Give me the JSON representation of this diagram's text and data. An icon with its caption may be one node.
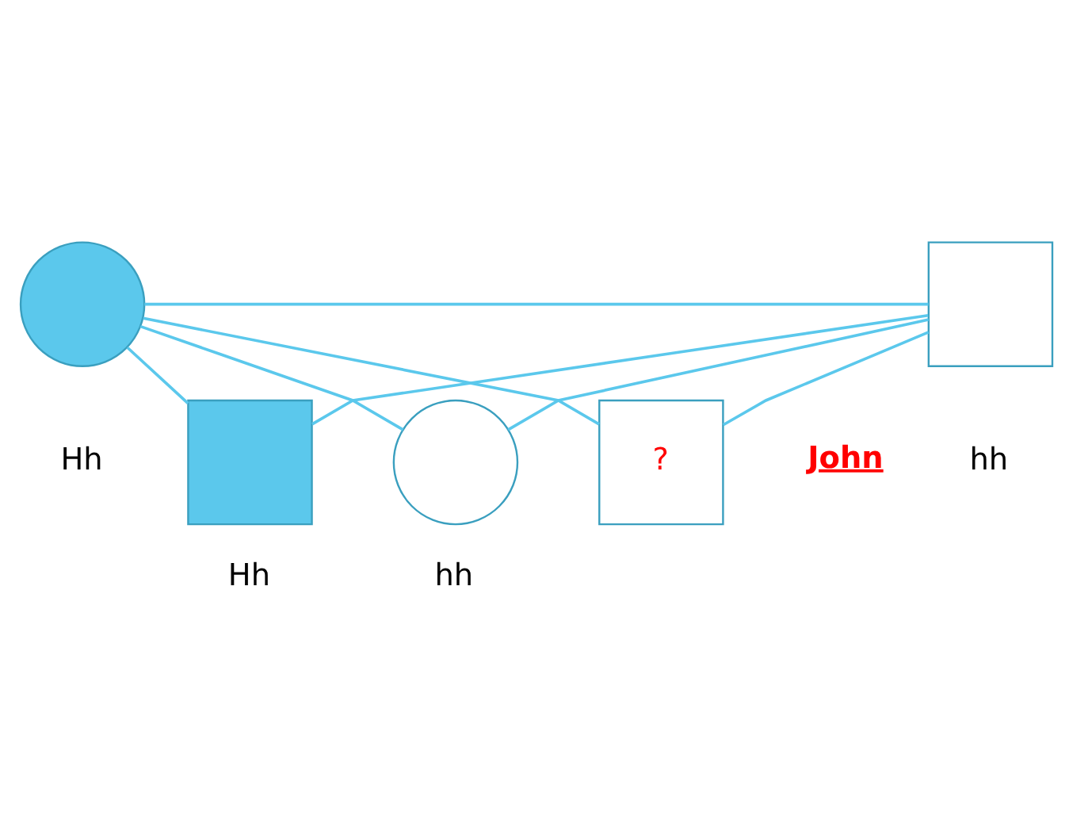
{
  "diagram": {
    "nodes": [
      {
        "text": [],
        "shape": "circle",
        "beside": [
          "Hh"
        ]
      },
      {
        "text": [],
        "shape": "box",
        "beside": [
          "hh"
        ]
      },
      {
        "text": [],
        "shape": "box",
        "beside": [
          "Hh"
        ]
      },
      {
        "text": [],
        "shape": "circle",
        "beside": [
          "hh"
        ]
      },
      {
        "text": [
          "?"
        ],
        "beside": [
          "John"
        ]
      }
    ],
    "edges": [
      {
        "from": 0,
        "to": 1,
        "arrow": "none"
      },
      {
        "from": 0,
        "to": 2,
        "arrow": "none"
      },
      {
        "from": 0,
        "to": 3,
        "arrow": "none"
      },
      {
        "from": 0,
        "to": 4,
        "arrow": "none"
      },
      {
        "from": 1,
        "to": 2,
        "arrow": "none"
      },
      {
        "from": 1,
        "to": 3,
        "arrow": "none"
      },
      {
        "from": 1,
        "to": 4,
        "arrow": "none"
      }
    ]
  }
}
